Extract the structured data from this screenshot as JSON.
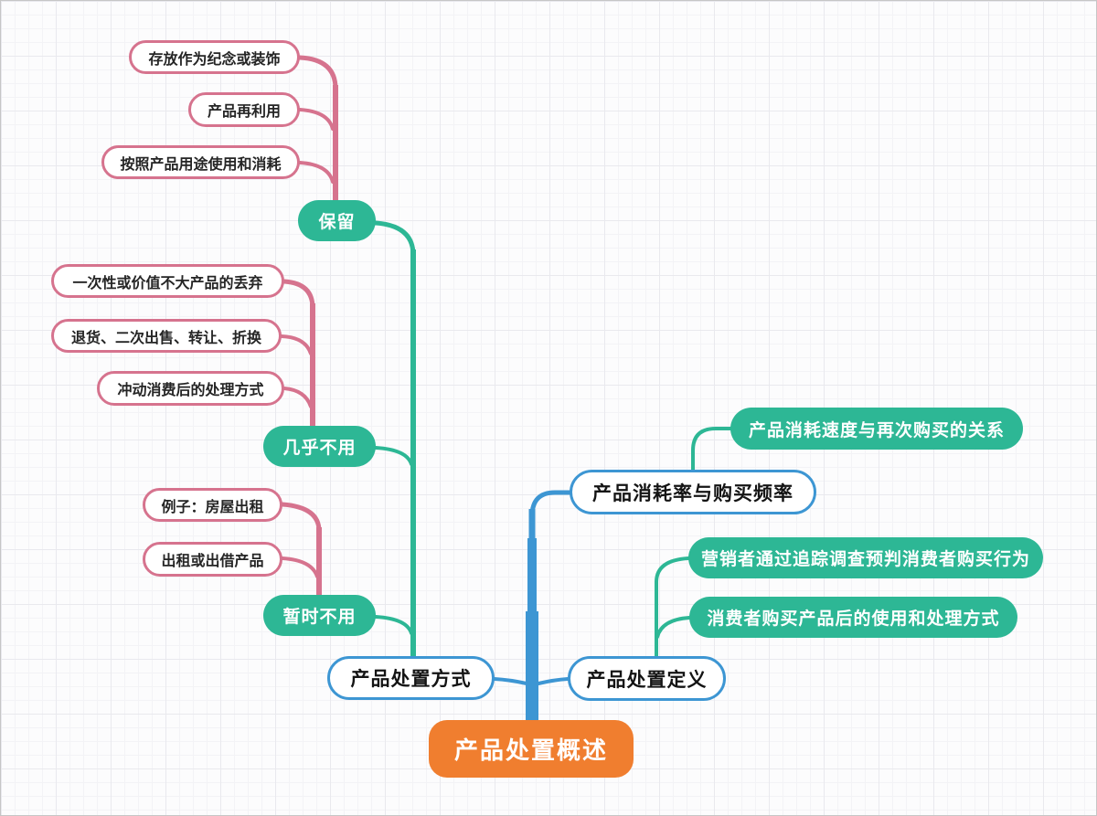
{
  "colors": {
    "teal": "#2db795",
    "pink": "#d6738e",
    "blue": "#3d96d3",
    "orange": "#f07e2f",
    "node_text": "#252525",
    "light_text": "#ffffff",
    "background": "#fcfcfd",
    "grid_line": "#efeff2"
  },
  "mindmap": {
    "root": {
      "label": "产品处置概述"
    },
    "branches": [
      {
        "label": "产品处置方式",
        "children": [
          {
            "label": "保留",
            "children": [
              {
                "label": "存放作为纪念或装饰"
              },
              {
                "label": "产品再利用"
              },
              {
                "label": "按照产品用途使用和消耗"
              }
            ]
          },
          {
            "label": "几乎不用",
            "children": [
              {
                "label": "一次性或价值不大产品的丢弃"
              },
              {
                "label": "退货、二次出售、转让、折换"
              },
              {
                "label": "冲动消费后的处理方式"
              }
            ]
          },
          {
            "label": "暂时不用",
            "children": [
              {
                "label": "例子：房屋出租"
              },
              {
                "label": "出租或出借产品"
              }
            ]
          }
        ]
      },
      {
        "label": "产品消耗率与购买频率",
        "children": [
          {
            "label": "产品消耗速度与再次购买的关系"
          }
        ]
      },
      {
        "label": "产品处置定义",
        "children": [
          {
            "label": "营销者通过追踪调查预判消费者购买行为"
          },
          {
            "label": "消费者购买产品后的使用和处理方式"
          }
        ]
      }
    ]
  }
}
